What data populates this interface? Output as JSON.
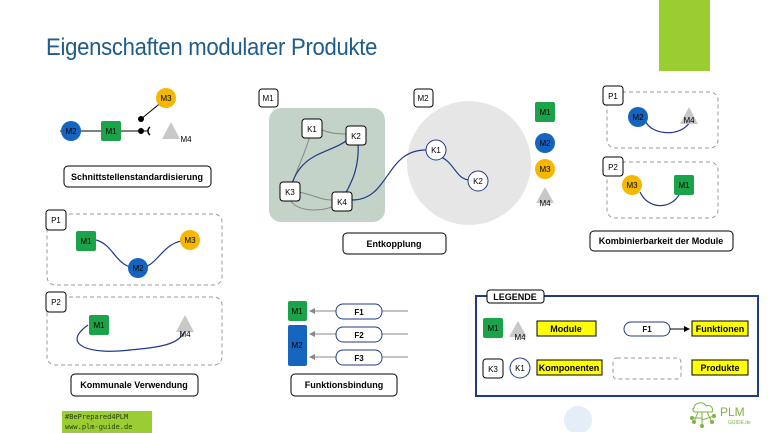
{
  "title": "Eigenschaften modularer Produkte",
  "footer": {
    "hashtag": "#BePrepared4PLM",
    "url": "www.plm-guide.de"
  },
  "logo": {
    "main": "PLM",
    "sub": "GUIDE.de"
  },
  "colors": {
    "title": "#1F5C8B",
    "accent": "#9ACD32",
    "green": "#1BA34A",
    "blue": "#1565C0",
    "yellow": "#F5B800",
    "grey": "#C8C8C8",
    "legend_border": "#1F3A8A"
  },
  "sections": {
    "schnittstelle": {
      "caption": "Schnittstellenstandardisierung",
      "m1": "M1",
      "m2": "M2",
      "m3": "M3",
      "m4": "M4"
    },
    "kommunal": {
      "caption": "Kommunale Verwendung",
      "p1": "P1",
      "p2": "P2",
      "m1a": "M1",
      "m2": "M2",
      "m3": "M3",
      "m1b": "M1",
      "m4": "M4"
    },
    "entkopplung": {
      "caption": "Entkopplung",
      "m1": "M1",
      "m2": "M2",
      "k1": "K1",
      "k2": "K2",
      "k3": "K3",
      "k4": "K4",
      "k1b": "K1",
      "k2b": "K2"
    },
    "funktion": {
      "caption": "Funktionsbindung",
      "m1": "M1",
      "m2": "M2",
      "f1": "F1",
      "f2": "F2",
      "f3": "F3"
    },
    "kombinierbar": {
      "caption": "Kombinierbarkeit der Module",
      "m1": "M1",
      "m2": "M2",
      "m3": "M3",
      "m4": "M4",
      "p1": "P1",
      "p1_m2": "M2",
      "p1_m4": "M4",
      "p2": "P2",
      "p2_m3": "M3",
      "p2_m1": "M1"
    }
  },
  "legend": {
    "title": "LEGENDE",
    "m1": "M1",
    "m4": "M4",
    "module": "Module",
    "f1": "F1",
    "funktionen": "Funktionen",
    "k3": "K3",
    "k1": "K1",
    "komponenten": "Komponenten",
    "produkte": "Produkte"
  }
}
